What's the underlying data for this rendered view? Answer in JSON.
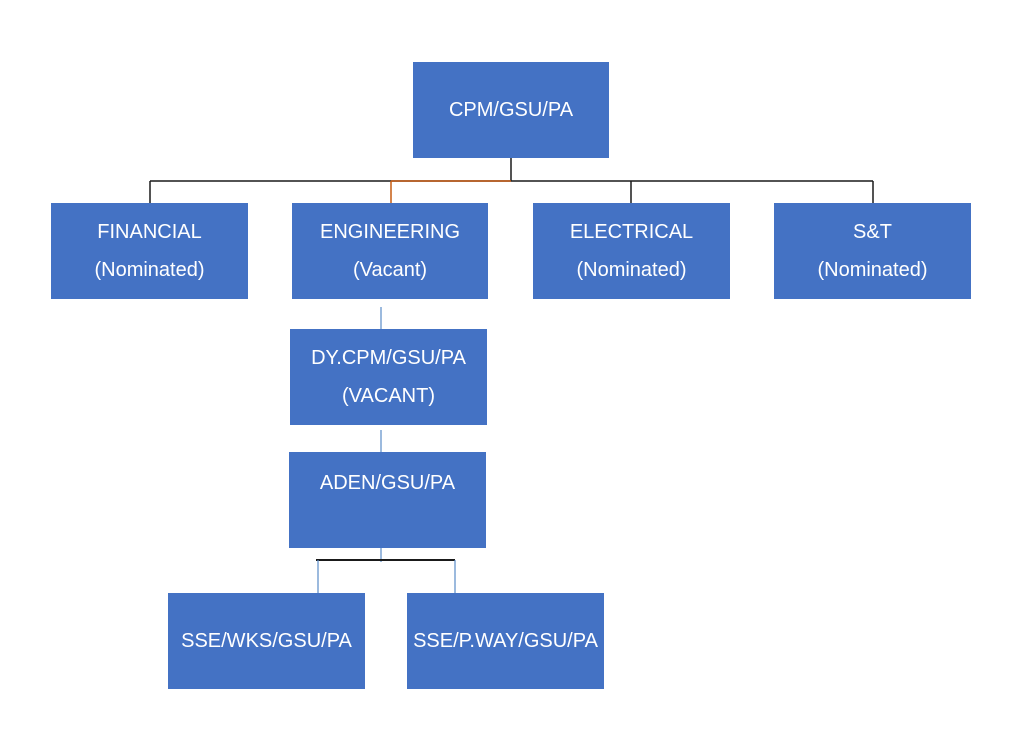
{
  "org_chart": {
    "root": {
      "title": "CPM/GSU/PA"
    },
    "departments": [
      {
        "title": "FINANCIAL",
        "status": "(Nominated)"
      },
      {
        "title": "ENGINEERING",
        "status": "(Vacant)"
      },
      {
        "title": "ELECTRICAL",
        "status": "(Nominated)"
      },
      {
        "title": "S&T",
        "status": "(Nominated)"
      }
    ],
    "engineering_chain": {
      "deputy": {
        "title": "DY.CPM/GSU/PA",
        "status": "(VACANT)"
      },
      "aden": {
        "title": "ADEN/GSU/PA"
      },
      "reports": [
        {
          "title": "SSE/WKS/GSU/PA"
        },
        {
          "title": "SSE/P.WAY/GSU/PA"
        }
      ]
    }
  },
  "colors": {
    "box_fill": "#4472c4",
    "box_text": "#ffffff",
    "connector_dark": "#1a1a1a",
    "connector_orange": "#c55a11",
    "connector_blue": "#5b8cc8"
  }
}
